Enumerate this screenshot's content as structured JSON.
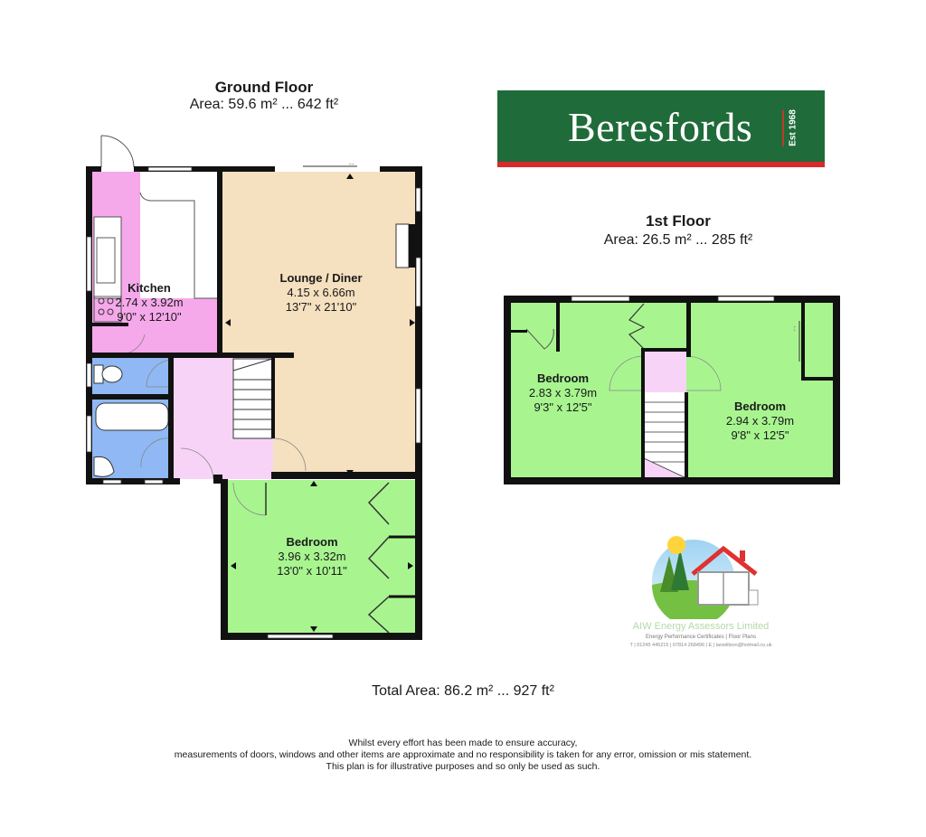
{
  "ground_floor": {
    "title": "Ground Floor",
    "area": "Area: 59.6 m² ... 642 ft²",
    "rooms": [
      {
        "name": "Kitchen",
        "metric": "2.74 x 3.92m",
        "imperial": "9'0\" x 12'10\"",
        "color": "#f5a8ea"
      },
      {
        "name": "Lounge / Diner",
        "metric": "4.15 x 6.66m",
        "imperial": "13'7\" x 21'10\"",
        "color": "#f5e0bf"
      },
      {
        "name": "Bedroom",
        "metric": "3.96 x 3.32m",
        "imperial": "13'0\" x 10'11\"",
        "color": "#a8f590"
      }
    ],
    "unlabeled_areas": [
      {
        "type": "bathroom",
        "color": "#8fb8f5"
      },
      {
        "type": "hall",
        "color": "#f7d4f7"
      }
    ]
  },
  "first_floor": {
    "title": "1st Floor",
    "area": "Area: 26.5 m² ... 285 ft²",
    "rooms": [
      {
        "name": "Bedroom",
        "metric": "2.83 x 3.79m",
        "imperial": "9'3\" x 12'5\"",
        "color": "#a8f590"
      },
      {
        "name": "Bedroom",
        "metric": "2.94 x 3.79m",
        "imperial": "9'8\" x 12'5\"",
        "color": "#a8f590"
      }
    ]
  },
  "logo": {
    "brand": "Beresfords",
    "est": "Est 1968",
    "bg_color": "#1f6b3a",
    "accent_color": "#d92a2a"
  },
  "energy_assessor": {
    "name": "AIW Energy Assessors Limited",
    "subtitle": "Energy Performance Certificates | Floor Plans",
    "contact": "T | 01245 445215 | 07814 268496 | E | ianwillson@hotmail.co.uk"
  },
  "total_area": "Total Area: 86.2 m² ... 927 ft²",
  "disclaimer": [
    "Whilst every effort has been made to ensure accuracy,",
    "measurements of doors, windows and other items are approximate and no responsibility is taken for any error, omission or mis statement.",
    "This plan is for illustrative purposes and so only be used as such."
  ]
}
